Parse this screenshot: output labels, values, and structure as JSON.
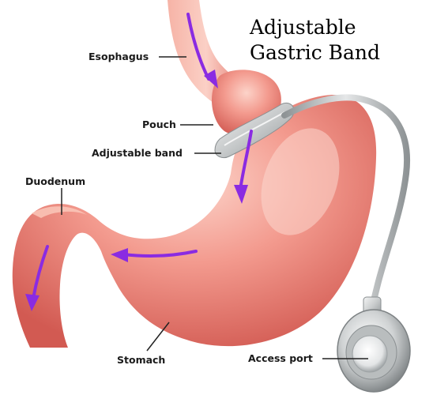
{
  "title": {
    "line1": "Adjustable",
    "line2": "Gastric Band"
  },
  "labels": {
    "esophagus": "Esophagus",
    "pouch": "Pouch",
    "adjustable_band": "Adjustable band",
    "duodenum": "Duodenum",
    "stomach": "Stomach",
    "access_port": "Access port"
  },
  "colors": {
    "stomach": "#f08a80",
    "stomach_highlight": "#fbc5bb",
    "stomach_shadow": "#d0524c",
    "band": "#c9cccd",
    "tube": "#b8bbbc",
    "arrows": "#8a2be2",
    "leader_lines": "#222222"
  },
  "icons": [
    "flow-arrow-icon",
    "gastric-band-icon",
    "access-port-icon"
  ]
}
